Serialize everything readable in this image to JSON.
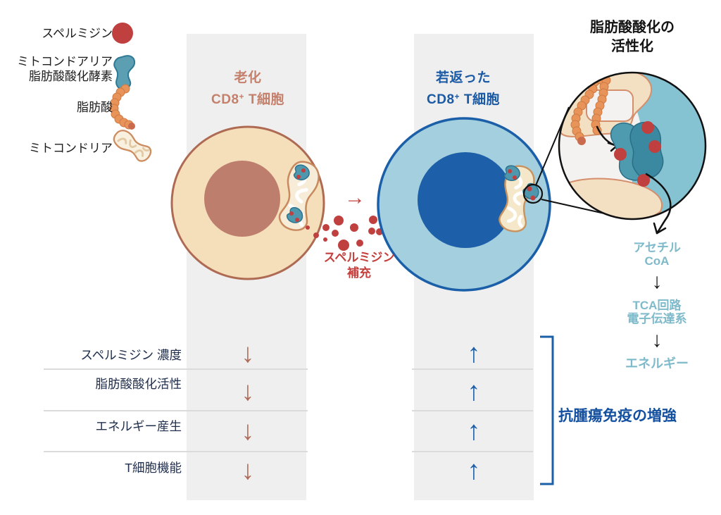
{
  "figure": {
    "legend": {
      "items": [
        {
          "label": "スペルミジン",
          "icon": "spermidine-dot-icon"
        },
        {
          "label_line1": "ミトコンドアリア",
          "label_line2": "脂肪酸酸化酵素",
          "icon": "fao-enzyme-icon"
        },
        {
          "label": "脂肪酸",
          "icon": "fatty-acid-icon"
        },
        {
          "label": "ミトコンドリア",
          "icon": "mitochondrion-icon"
        }
      ]
    },
    "aged_cell": {
      "title_line1": "老化",
      "cd8": "CD8",
      "plus": "+",
      "tcell": " T細胞"
    },
    "rejuvenated_cell": {
      "title_line1": "若返った",
      "cd8": "CD8",
      "plus": "+",
      "tcell": " T細胞"
    },
    "supplement": {
      "arrow_glyph": "→",
      "label_line1": "スペルミジン",
      "label_line2": "補充"
    },
    "magnified_view": {
      "title_line1": "脂肪酸酸化の",
      "title_line2": "活性化"
    },
    "energy_flow": {
      "step1_line1": "アセチル",
      "step1_line2": "CoA",
      "arrow_glyph": "↓",
      "step2_line1": "TCA回路",
      "step2_line2": "電子伝達系",
      "step3": "エネルギー"
    },
    "comparison_table": {
      "rows": [
        {
          "label": "スペルミジン 濃度",
          "aged_arrow": "↓",
          "rejuvenated_arrow": "↑"
        },
        {
          "label": "脂肪酸酸化活性",
          "aged_arrow": "↓",
          "rejuvenated_arrow": "↑"
        },
        {
          "label": "エネルギー産生",
          "aged_arrow": "↓",
          "rejuvenated_arrow": "↑"
        },
        {
          "label": "T細胞機能",
          "aged_arrow": "↓",
          "rejuvenated_arrow": "↑"
        }
      ]
    },
    "conclusion": {
      "label": "抗腫瘍免疫の増強"
    },
    "colors": {
      "spermidine_red": "#C04040",
      "enzyme_teal": "#4E97AC",
      "fatty_acid_orange": "#E8935A",
      "mitochondria_beige": "#F6ECD8",
      "aged_accent": "#C5806C",
      "rejuvenated_accent": "#1A5FA8",
      "flow_teal": "#7FBACB",
      "column_gray": "#EFEFEF"
    }
  }
}
